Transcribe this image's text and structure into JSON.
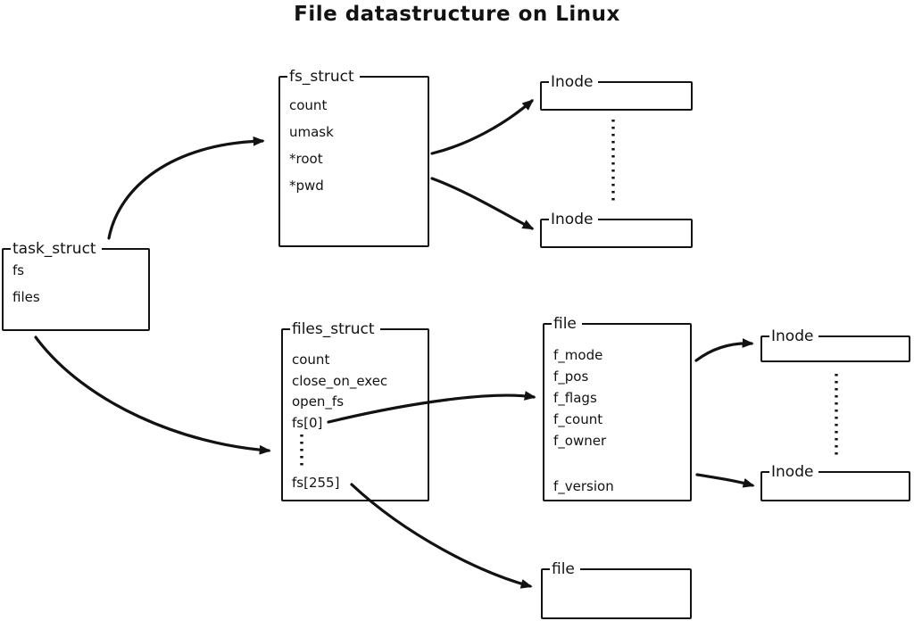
{
  "title": "File datastructure on Linux",
  "colors": {
    "stroke": "#121212",
    "background": "#ffffff"
  },
  "boxes": {
    "task_struct": {
      "label": "task_struct",
      "fields": [
        "fs",
        "files"
      ]
    },
    "fs_struct": {
      "label": "fs_struct",
      "fields": [
        "count",
        "umask",
        "*root",
        "*pwd"
      ]
    },
    "files_struct": {
      "label": "files_struct",
      "fields": [
        "count",
        "close_on_exec",
        "open_fs",
        "fs[0]",
        "fs[255]"
      ]
    },
    "file": {
      "label": "file",
      "fields": [
        "f_mode",
        "f_pos",
        "f_flags",
        "f_count",
        "f_owner",
        "f_version"
      ]
    },
    "inode_top_1": {
      "label": "Inode",
      "fields": []
    },
    "inode_top_2": {
      "label": "Inode",
      "fields": []
    },
    "inode_right_1": {
      "label": "Inode",
      "fields": []
    },
    "inode_right_2": {
      "label": "Inode",
      "fields": []
    },
    "file_bottom": {
      "label": "file",
      "fields": []
    }
  },
  "edges": [
    {
      "from": "task_struct",
      "to": "fs_struct"
    },
    {
      "from": "task_struct",
      "to": "files_struct"
    },
    {
      "from": "fs_struct",
      "to": "inode_top_1"
    },
    {
      "from": "fs_struct",
      "to": "inode_top_2"
    },
    {
      "from": "files_struct",
      "from_field": "fs[0]",
      "to": "file"
    },
    {
      "from": "files_struct",
      "from_field": "fs[255]",
      "to": "file_bottom"
    },
    {
      "from": "file",
      "to": "inode_right_1"
    },
    {
      "from": "file",
      "to": "inode_right_2"
    }
  ],
  "dotted_links": [
    {
      "between": [
        "inode_top_1",
        "inode_top_2"
      ]
    },
    {
      "between": [
        "inode_right_1",
        "inode_right_2"
      ]
    },
    {
      "between": [
        "fs[0]",
        "fs[255]"
      ]
    }
  ]
}
